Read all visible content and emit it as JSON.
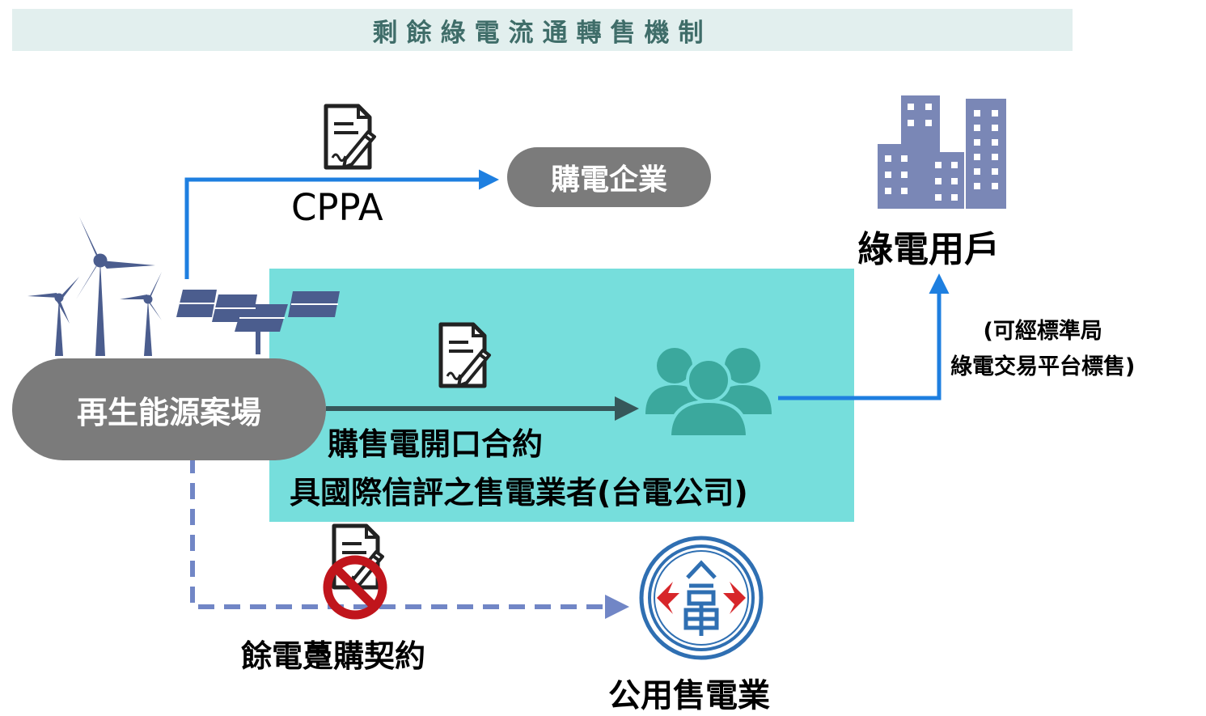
{
  "header": {
    "title": "剩餘綠電流通轉售機制"
  },
  "nodes": {
    "source": "再生能源案場",
    "corporate_buyer": "購電企業",
    "green_user": "綠電用戶",
    "public_utility": "公用售電業"
  },
  "edges": {
    "cppa": "CPPA",
    "open_contract": "購售電開口合約",
    "seller": "具國際信評之售電業者(台電公司)",
    "platform_line1": "(可經標準局",
    "platform_line2": "綠電交易平台標售)",
    "surplus_contract": "餘電躉購契約"
  },
  "colors": {
    "title_bg": "#e2efee",
    "title_text": "#3f6d69",
    "teal_box": "#76dedc",
    "pill_gray": "#7b7b7b",
    "arrow_blue": "#1e7fe0",
    "arrow_dark": "#36575a",
    "dashed_purple": "#7186c6",
    "building_slate": "#7a87b6",
    "people_teal": "#3ba89d",
    "prohibit_red": "#c0151c",
    "taipower_blue": "#2f6fb2",
    "taipower_red": "#d7262a"
  },
  "icons": [
    "contract-icon",
    "wind-turbine-icon",
    "solar-panel-icon",
    "building-icon",
    "people-icon",
    "prohibited-icon",
    "taipower-logo"
  ]
}
